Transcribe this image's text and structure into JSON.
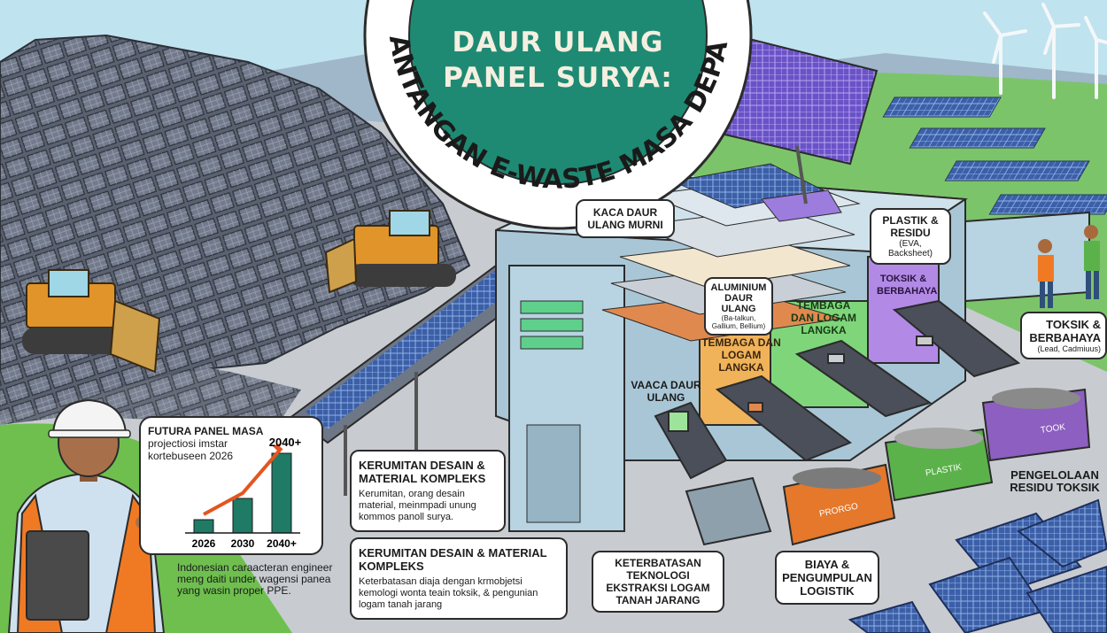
{
  "title": {
    "line1": "DAUR ULANG",
    "line2": "PANEL SURYA:",
    "arc": "TANTANGAN E-WASTE MASA DEPAN"
  },
  "stack_labels": {
    "glass": "KACA DAUR ULANG MURNI",
    "plastic_title": "PLASTIK & RESIDU",
    "plastic_sub": "(EVA, Backsheet)",
    "aluminium_title": "ALUMINIUM DAUR ULANG",
    "aluminium_sub": "(Ba-talkun, Gallium, Bellium)"
  },
  "wall_labels": {
    "glass_chute": "VAACA DAUR ULANG",
    "copper_chute": "TEMBAGA DAN LOGAM LANGKA",
    "copper_chute2": "TEMBAGA DAN LOGAM LANGKA",
    "toxic_chute": "TOKSIK & BERBAHAYA"
  },
  "bin_labels": {
    "orange": "PRORGO",
    "green": "PLASTIK",
    "purple": "TOOK"
  },
  "toxic_callout": {
    "title": "TOKSIK & BERBAHAYA",
    "sub": "(Lead, Cadmiuus)"
  },
  "residue_label": "PENGELOLAAN RESIDU TOKSIK",
  "cost_label": "BIAYA & PENGUMPULAN LOGISTIK",
  "tech_label": "KETERBATASAN TEKNOLOGI EKSTRAKSI LOGAM TANAH JARANG",
  "design_callout_1": {
    "title": "KERUMITAN DESAIN & MATERIAL KOMPLEKS",
    "body": "Kerumitan, orang desain material, meinmpadi unung kommos panoll surya."
  },
  "design_callout_2": {
    "title": "KERUMITAN DESAIN & MATERIAL KOMPLEKS",
    "body": "Keterbatasan diaja dengan krmobjetsi kemologi wonta teain toksik, & pengunian logam tanah jarang"
  },
  "engineer_bubble": {
    "line1": "FUTURA PANEL MASA",
    "line2": "projectiosi imstar",
    "line3": "kortebuseen 2026"
  },
  "engineer_note": "Indonesian caraacteran engineer meng daiti under wagensi panea yang wasin proper PPE.",
  "chart_data": {
    "type": "bar",
    "categories": [
      "2026",
      "2030",
      "2040+"
    ],
    "values": [
      1,
      2.6,
      6
    ],
    "annotation": "2040+",
    "title": "",
    "xlabel": "",
    "ylabel": ""
  },
  "colors": {
    "teal": "#1e8a73",
    "bar": "#1f7a66",
    "arrow": "#e4551f",
    "factory": "#a9c6d6",
    "orange_bin": "#e5782b",
    "green_bin": "#5bb24a",
    "purple_bin": "#8d5fc0"
  }
}
